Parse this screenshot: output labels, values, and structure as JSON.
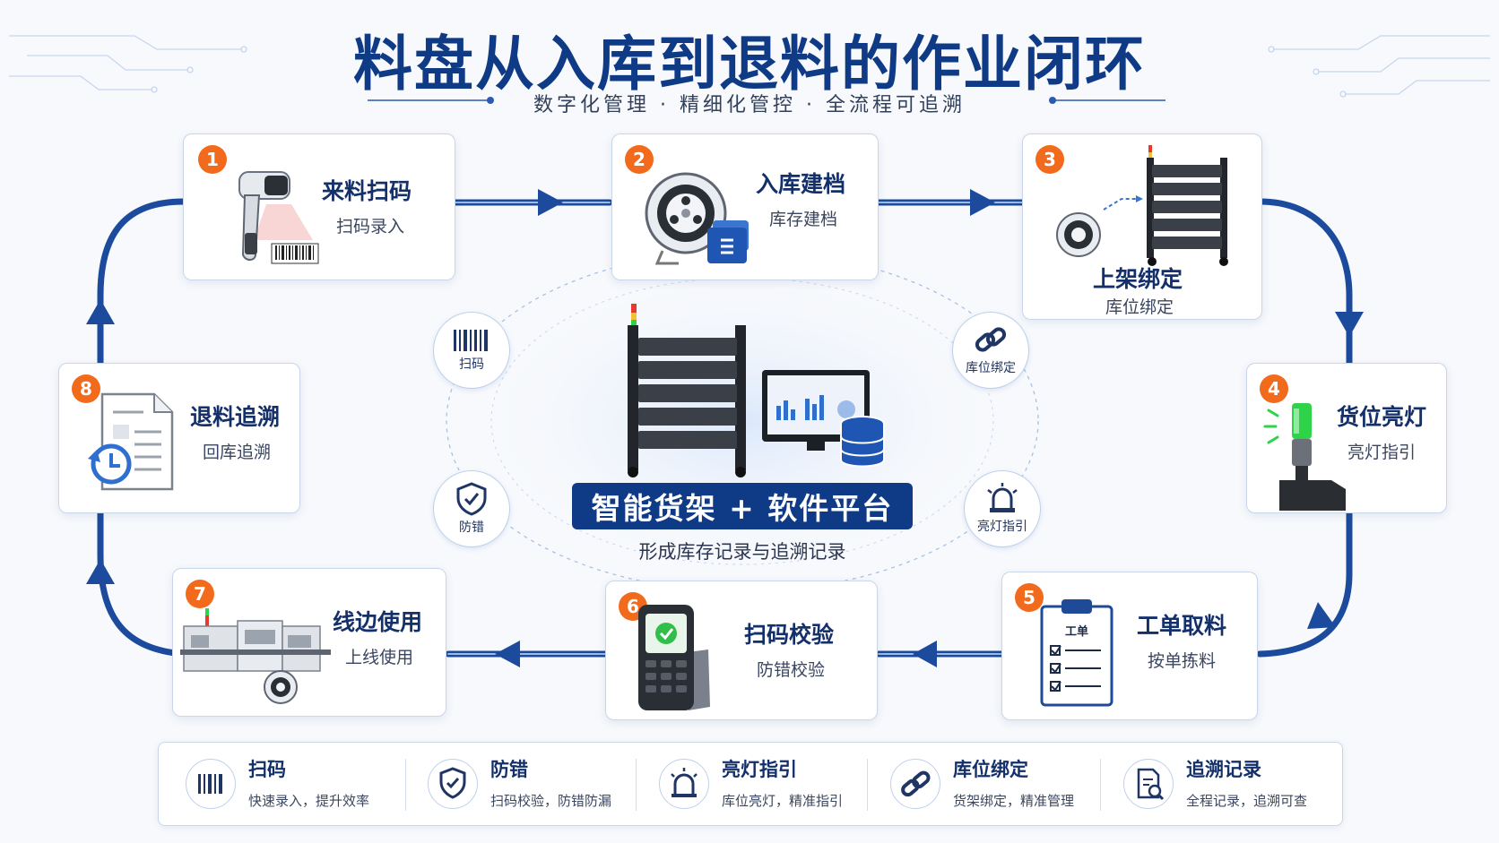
{
  "title": "料盘从入库到退料的作业闭环",
  "subtitle": "数字化管理 · 精细化管控 · 全流程可追溯",
  "steps": [
    {
      "num": "1",
      "title": "来料扫码",
      "sub": "扫码录入"
    },
    {
      "num": "2",
      "title": "入库建档",
      "sub": "库存建档"
    },
    {
      "num": "3",
      "title": "上架绑定",
      "sub": "库位绑定"
    },
    {
      "num": "4",
      "title": "货位亮灯",
      "sub": "亮灯指引"
    },
    {
      "num": "5",
      "title": "工单取料",
      "sub": "按单拣料"
    },
    {
      "num": "6",
      "title": "扫码校验",
      "sub": "防错校验"
    },
    {
      "num": "7",
      "title": "线边使用",
      "sub": "上线使用"
    },
    {
      "num": "8",
      "title": "退料追溯",
      "sub": "回库追溯"
    }
  ],
  "center": {
    "banner": "智能货架 + 软件平台",
    "caption": "形成库存记录与追溯记录",
    "ring_icons": [
      {
        "label": "扫码",
        "icon": "barcode-icon"
      },
      {
        "label": "库位绑定",
        "icon": "link-icon"
      },
      {
        "label": "防错",
        "icon": "shield-check-icon"
      },
      {
        "label": "亮灯指引",
        "icon": "alarm-light-icon"
      }
    ],
    "clipboard_label": "工单"
  },
  "features": [
    {
      "title": "扫码",
      "desc": "快速录入，提升效率",
      "icon": "barcode-icon"
    },
    {
      "title": "防错",
      "desc": "扫码校验，防错防漏",
      "icon": "shield-check-icon"
    },
    {
      "title": "亮灯指引",
      "desc": "库位亮灯，精准指引",
      "icon": "alarm-light-icon"
    },
    {
      "title": "库位绑定",
      "desc": "货架绑定，精准管理",
      "icon": "link-icon"
    },
    {
      "title": "追溯记录",
      "desc": "全程记录，追溯可查",
      "icon": "document-search-icon"
    }
  ],
  "colors": {
    "primary": "#0f3a86",
    "badge": "#f26a1b",
    "flow_line": "#1c4a9c",
    "flow_light": "#9bbbe8",
    "light_green": "#2fd34a"
  }
}
